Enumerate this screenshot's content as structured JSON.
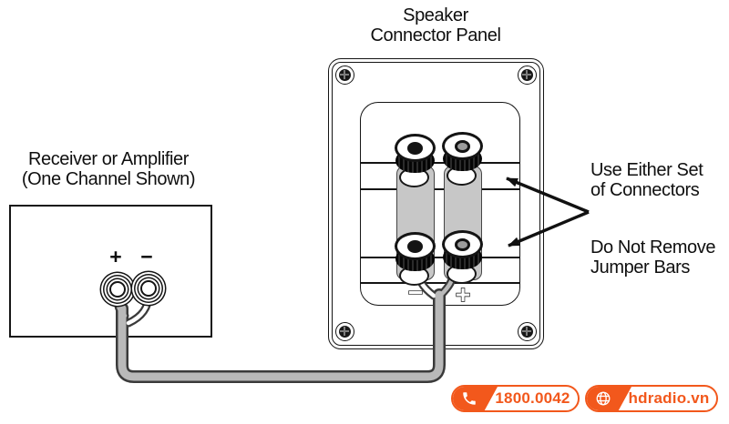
{
  "colors": {
    "accent": "#f2581c",
    "diagram_line": "#141414",
    "jumper_bar": "#c7c7c7",
    "wire_fill": "#b9b9b9",
    "wire_outline": "#3a3a3a",
    "positive_hole": "#9c9c9c"
  },
  "panel": {
    "title_line1": "Speaker",
    "title_line2": "Connector Panel",
    "minus_symbol": "−",
    "plus_symbol": "+"
  },
  "receiver": {
    "label_line1": "Receiver or Amplifier",
    "label_line2": "(One Channel Shown)",
    "plus_symbol": "+",
    "minus_symbol": "−"
  },
  "annotations": {
    "connectors_line1": "Use Either Set",
    "connectors_line2": "of Connectors",
    "jumper_line1": "Do Not Remove",
    "jumper_line2": "Jumper Bars"
  },
  "footer": {
    "phone_badge": {
      "icon": "phone-icon",
      "text": "1800.0042"
    },
    "website_badge": {
      "icon": "globe-icon",
      "text": "hdradio.vn"
    }
  }
}
